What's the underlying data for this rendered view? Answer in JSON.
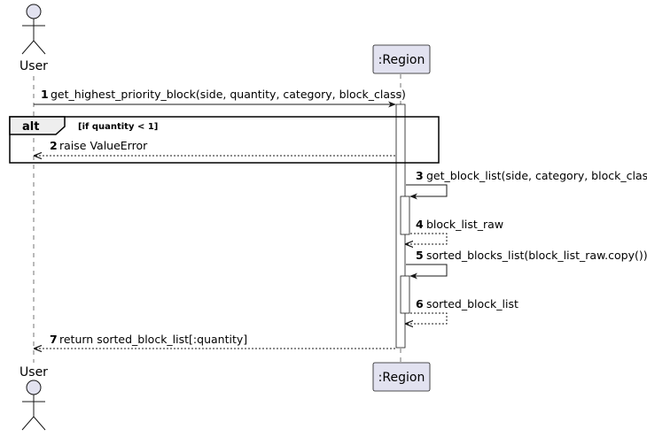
{
  "participants": {
    "actor": {
      "name": "User"
    },
    "region": {
      "name": ":Region"
    }
  },
  "fragment": {
    "kind": "alt",
    "condition": "[if quantity < 1]"
  },
  "messages": [
    {
      "num": "1",
      "text": "get_highest_priority_block(side, quantity, category, block_class)",
      "style": "sync"
    },
    {
      "num": "2",
      "text": "raise ValueError",
      "style": "return"
    },
    {
      "num": "3",
      "text": "get_block_list(side, category, block_class)",
      "style": "self-sync"
    },
    {
      "num": "4",
      "text": "block_list_raw",
      "style": "self-return"
    },
    {
      "num": "5",
      "text": "sorted_blocks_list(block_list_raw.copy())",
      "style": "self-sync"
    },
    {
      "num": "6",
      "text": "sorted_block_list",
      "style": "self-return"
    },
    {
      "num": "7",
      "text": "return sorted_block_list[:quantity]",
      "style": "return"
    }
  ],
  "colors": {
    "participant_fill": "#e2e2f0",
    "participant_stroke": "#181818",
    "actor_fill": "#e2e2f0",
    "lifeline": "#181818"
  }
}
